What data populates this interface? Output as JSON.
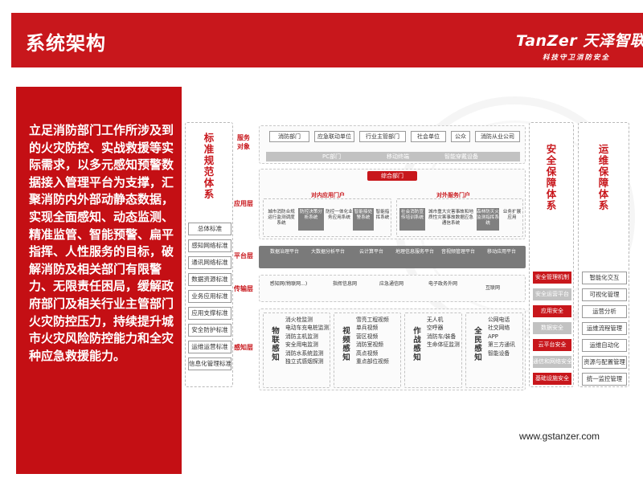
{
  "header": {
    "title": "系统架构",
    "logo": "TanZer 天泽智联",
    "slogan": "科技守卫消防安全"
  },
  "intro": {
    "text": "立足消防部门工作所涉及到的火灾防控、实战救援等实际需求，以多元感知预警数据接入管理平台为支撑，汇聚消防内外部动静态数据，实现全面感知、动态监测、精准监管、智能预警、扁平指挥、人性服务的目标，破解消防及相关部门有限警力、无限责任困局，缓解政府部门及相关行业主管部门火灾防控压力，持续提升城市火灾风险防控能力和全灾种应急救援能力。"
  },
  "standards": {
    "title": "标准规范体系",
    "items": [
      "总体标准",
      "感知网络标准",
      "通讯网络标准",
      "数据资源标准",
      "业务应用标准",
      "应用支撑标准",
      "安全防护标准",
      "运维运营标准",
      "信息化管理标准"
    ]
  },
  "security": {
    "title": "安全保障体系",
    "items": [
      "安全管理机制",
      "安全运营平台",
      "应用安全",
      "数据安全",
      "云平台安全",
      "通信和网络安全",
      "基础设施安全"
    ]
  },
  "ops": {
    "title": "运维保障体系",
    "items": [
      "智能化交互",
      "可视化管理",
      "运营分析",
      "运维流程管理",
      "运维自动化",
      "资源与配置管理",
      "统一监控管理"
    ]
  },
  "layers": {
    "service": "服务对象",
    "app": "应用层",
    "platform": "平台层",
    "transport": "传输层",
    "sensing": "感知层"
  },
  "service_targets": [
    "消防部门",
    "应急联动单位",
    "行业主管部门",
    "社会单位",
    "公众",
    "消防从业公司"
  ],
  "terminals": {
    "pc": "PC部门",
    "mobile": "移动终端",
    "wearable": "智能穿戴设备"
  },
  "app_layer": {
    "portal_label": "综合部门",
    "inner_portal": "对内应用门户",
    "outer_portal": "对外服务门户",
    "inner_apps": [
      "城市消防合规运行监测调度系统",
      "防控决策分析系统",
      "防控一体化业务应用系统",
      "智能接处警系统",
      "智能指挥系统"
    ],
    "outer_apps": [
      "社会消防宣传培训系统",
      "城市重大灾害事故和地质性灾害事故数据应急通信系统",
      "森林防灭火监测指挥系统",
      "业务扩展应用"
    ]
  },
  "platform_layer": [
    "数据治理平台",
    "大数据分析平台",
    "云计算平台",
    "地理信息服务平台",
    "音视频管理平台",
    "移动应用平台"
  ],
  "transport_layer": [
    "感知网(物联网...)",
    "指挥信息网",
    "应急通信网",
    "电子政务外网",
    "互联网"
  ],
  "sensing_layer": {
    "groups": [
      {
        "title": "物联感知",
        "items": [
          "消火栓监测",
          "电动车充电桩监测",
          "消防主机监测",
          "安全用电监测",
          "消防水系统监测",
          "独立式感烟探测"
        ]
      },
      {
        "title": "视频感知",
        "items": [
          "雪亮工程视频",
          "单兵视频",
          "营区视频",
          "消防室视频",
          "高点视频",
          "重点部位视频"
        ]
      },
      {
        "title": "作战感知",
        "items": [
          "无人机",
          "空呼器",
          "消防车/装备",
          "生命体征监测"
        ]
      },
      {
        "title": "全民感知",
        "items": [
          "公网电话",
          "社交网络",
          "APP",
          "第三方通讯",
          "智能设备"
        ]
      }
    ]
  },
  "footer": {
    "website": "www.gstanzer.com"
  },
  "colors": {
    "brand_red": "#c8171c",
    "gray_dark": "#7a7a7a",
    "gray_mid": "#808080",
    "gray_light": "#c2c2c2"
  }
}
